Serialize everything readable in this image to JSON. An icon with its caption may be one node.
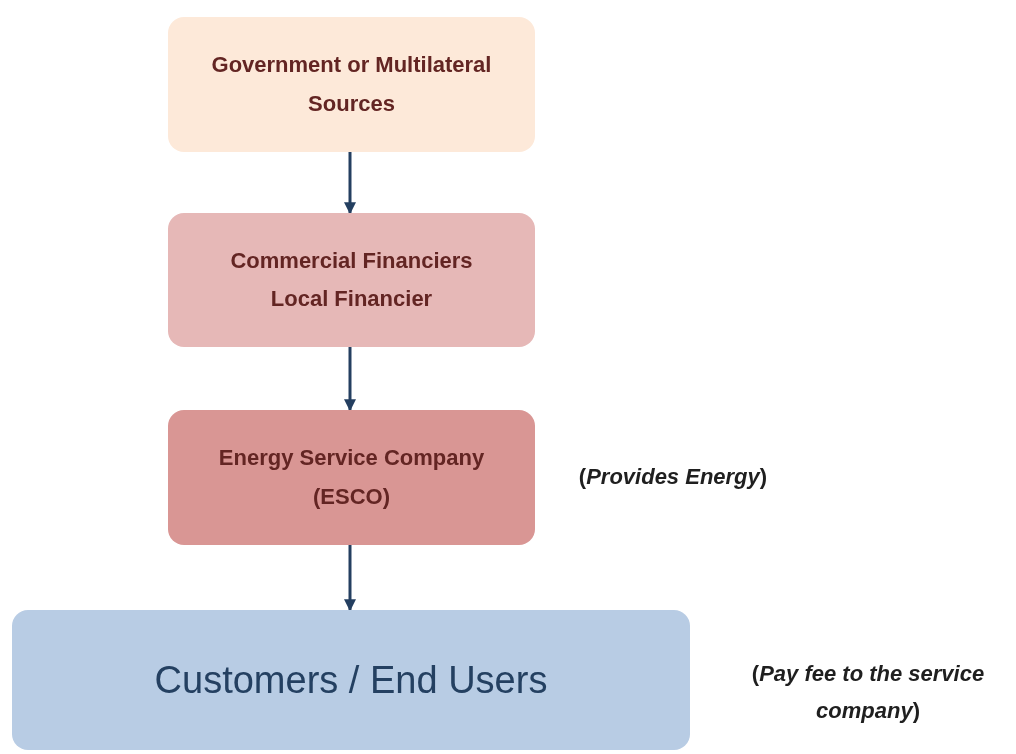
{
  "diagram": {
    "nodes": [
      {
        "text": [
          "Government or Multilateral Sources"
        ]
      },
      {
        "text": [
          "Commercial Financiers",
          "Local Financier"
        ]
      },
      {
        "text": [
          "Energy Service Company (ESCO)"
        ],
        "beside": [
          "(*Provides Energy*)"
        ]
      },
      {
        "text": [
          "Customers / End Users"
        ],
        "beside": [
          "(*Pay fee to the service company*)"
        ]
      }
    ],
    "edges": [
      {
        "from": 0,
        "to": 1,
        "arrow": "to"
      },
      {
        "from": 1,
        "to": 2,
        "arrow": "to"
      },
      {
        "from": 2,
        "to": 3,
        "arrow": "to"
      }
    ]
  }
}
